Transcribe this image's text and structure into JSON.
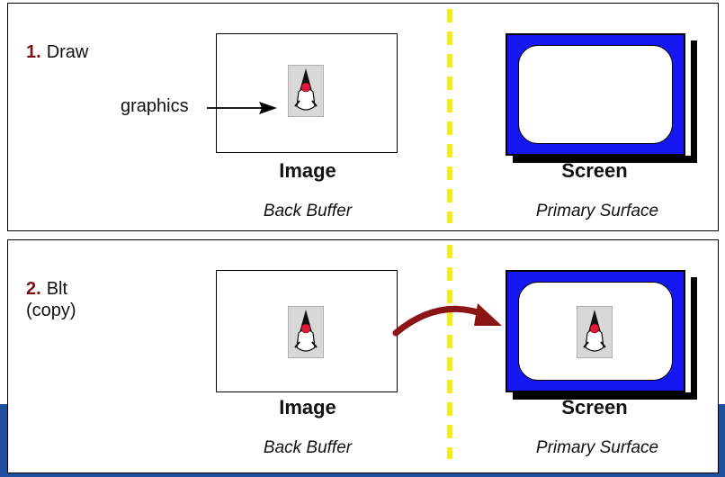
{
  "step1": {
    "number": "1.",
    "label": "Draw"
  },
  "step2": {
    "number": "2.",
    "label": "Blt",
    "sublabel": "(copy)"
  },
  "graphics_label": "graphics",
  "image_title": "Image",
  "back_buffer": "Back Buffer",
  "screen_title": "Screen",
  "primary_surface": "Primary Surface",
  "icons": [
    "duke-icon",
    "arrow-right-icon",
    "curved-arrow-icon"
  ],
  "colors": {
    "step_number": "#7a1010",
    "screen_blue": "#1616f0",
    "divider_yellow": "#f5ec19",
    "curved_arrow": "#8b1414",
    "band_blue": "#1e4f9c"
  }
}
